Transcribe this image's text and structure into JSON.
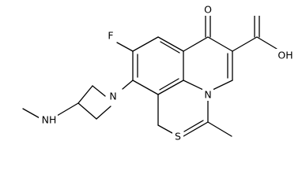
{
  "atoms": {
    "fluorine": "F",
    "ketone_oxygen": "O",
    "acid_hydroxyl": "OH",
    "ring_nitrogen": "N",
    "azetidine_nitrogen": "N",
    "amine": "NH",
    "sulfur": "S"
  },
  "colors": {
    "bond": "#000000",
    "label": "#000000",
    "background": "#ffffff"
  }
}
